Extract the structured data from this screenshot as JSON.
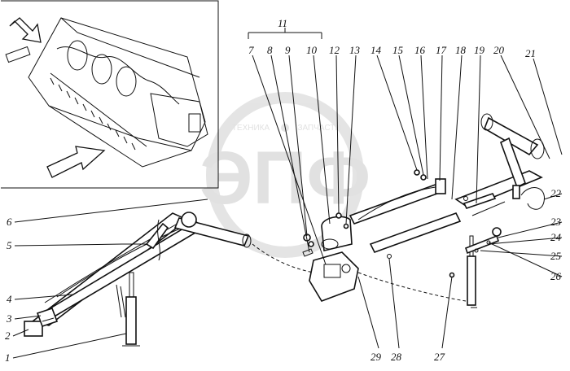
{
  "watermark": {
    "logo_text": "ЭПФ",
    "caption_left": "ТЕХНИКА",
    "caption_right": "ЗАПЧАСТИ"
  },
  "callouts": [
    "1",
    "2",
    "3",
    "4",
    "5",
    "6",
    "7",
    "8",
    "9",
    "10",
    "11",
    "12",
    "13",
    "14",
    "15",
    "16",
    "17",
    "18",
    "19",
    "20",
    "21",
    "22",
    "23",
    "24",
    "25",
    "26",
    "27",
    "28",
    "29"
  ],
  "colors": {
    "ink": "#111111",
    "watermark": "#c9c9c9",
    "paper": "#ffffff"
  }
}
